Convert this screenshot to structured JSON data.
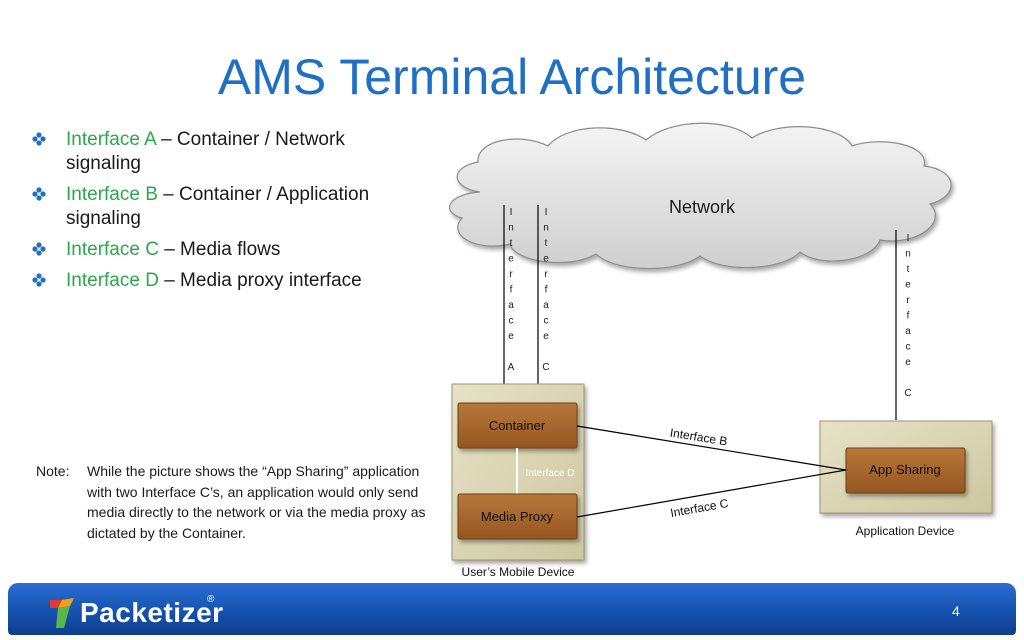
{
  "slide": {
    "title": "AMS Terminal Architecture",
    "page_number": "4"
  },
  "bullets": [
    {
      "term": "Interface A",
      "rest": " – Container / Network signaling"
    },
    {
      "term": "Interface B",
      "rest": " – Container / Application signaling"
    },
    {
      "term": "Interface C",
      "rest": " – Media flows"
    },
    {
      "term": "Interface D",
      "rest": " – Media proxy interface"
    }
  ],
  "note": {
    "label": "Note:",
    "text": "While the picture shows the “App Sharing” application with two Interface C’s, an application would only send media directly to the network or via the media proxy as dictated by the Container."
  },
  "diagram": {
    "network_label": "Network",
    "vertical_labels": [
      "Interface A",
      "Interface C",
      "Interface C"
    ],
    "container_label": "Container",
    "media_proxy_label": "Media Proxy",
    "interface_d_label": "Interface D",
    "app_sharing_label": "App Sharing",
    "interface_b_label": "Interface B",
    "interface_c_label": "Interface C",
    "mobile_device_label": "User’s Mobile Device",
    "application_device_label": "Application Device"
  },
  "footer": {
    "brand": "Packetizer",
    "registered": "®"
  },
  "colors": {
    "title": "#1f6fc5",
    "term": "#2ca84a",
    "box_fill": "#a8662c",
    "device_fill": "#dcd7b4",
    "footer": "#1552b0"
  }
}
